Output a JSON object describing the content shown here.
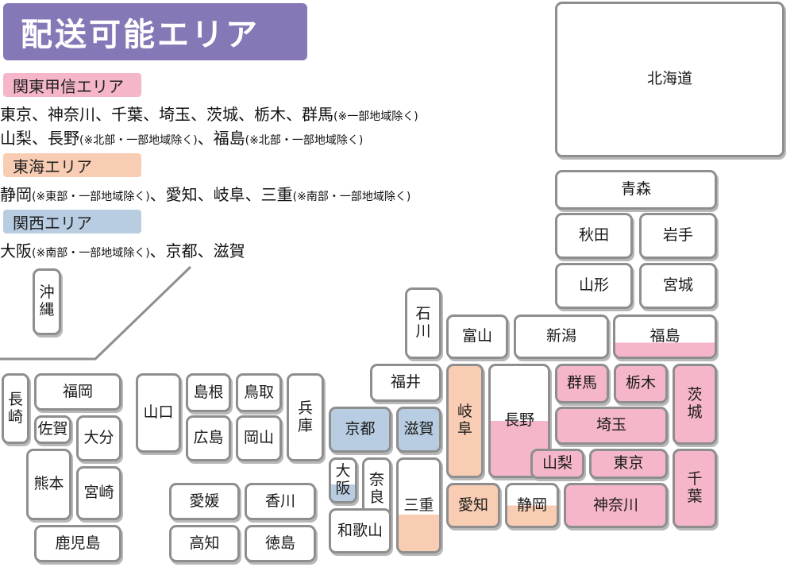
{
  "title": "配送可能エリア",
  "colors": {
    "title_bg": "#8677b6",
    "kanto": "#f4b6c8",
    "tokai": "#f8cdb3",
    "kansai": "#b8cde2",
    "white": "#ffffff"
  },
  "areas": [
    {
      "key": "kanto",
      "label": "関東甲信エリア",
      "lines": [
        {
          "text": "東京、神奈川、千葉、埼玉、茨城、栃木、群馬",
          "note": "(※一部地域除く)"
        },
        {
          "text": "山梨、長野",
          "note": "(※北部・一部地域除く)",
          "text2": "、福島",
          "note2": "(※北部・一部地域除く)"
        }
      ]
    },
    {
      "key": "tokai",
      "label": "東海エリア",
      "lines": [
        {
          "text": "静岡",
          "note": "(※東部・一部地域除く)",
          "text2": "、愛知、岐阜、三重",
          "note2": "(※南部・一部地域除く)"
        }
      ]
    },
    {
      "key": "kansai",
      "label": "関西エリア",
      "lines": [
        {
          "text": "大阪",
          "note": "(※南部・一部地域除く)",
          "text2": "、京都、滋賀",
          "note2": ""
        }
      ]
    }
  ],
  "prefectures": {
    "hokkaido": {
      "name": "北海道",
      "area": "none"
    },
    "aomori": {
      "name": "青森",
      "area": "none"
    },
    "akita": {
      "name": "秋田",
      "area": "none"
    },
    "iwate": {
      "name": "岩手",
      "area": "none"
    },
    "yamagata": {
      "name": "山形",
      "area": "none"
    },
    "miyagi": {
      "name": "宮城",
      "area": "none"
    },
    "fukushima": {
      "name": "福島",
      "area": "kanto",
      "fill_fraction": 0.35
    },
    "niigata": {
      "name": "新潟",
      "area": "none"
    },
    "toyama": {
      "name": "富山",
      "area": "none"
    },
    "ishikawa": {
      "name": "石川",
      "area": "none"
    },
    "fukui": {
      "name": "福井",
      "area": "none"
    },
    "gifu": {
      "name": "岐阜",
      "area": "tokai"
    },
    "nagano": {
      "name": "長野",
      "area": "kanto",
      "fill_fraction": 0.5
    },
    "gunma": {
      "name": "群馬",
      "area": "kanto"
    },
    "tochigi": {
      "name": "栃木",
      "area": "kanto"
    },
    "ibaraki": {
      "name": "茨城",
      "area": "kanto"
    },
    "saitama": {
      "name": "埼玉",
      "area": "kanto"
    },
    "yamanashi": {
      "name": "山梨",
      "area": "kanto"
    },
    "tokyo": {
      "name": "東京",
      "area": "kanto"
    },
    "chiba": {
      "name": "千葉",
      "area": "kanto"
    },
    "kanagawa": {
      "name": "神奈川",
      "area": "kanto"
    },
    "aichi": {
      "name": "愛知",
      "area": "tokai"
    },
    "shizuoka": {
      "name": "静岡",
      "area": "tokai",
      "fill_fraction": 0.5
    },
    "mie": {
      "name": "三重",
      "area": "tokai",
      "fill_fraction": 0.4
    },
    "shiga": {
      "name": "滋賀",
      "area": "kansai"
    },
    "kyoto": {
      "name": "京都",
      "area": "kansai"
    },
    "osaka": {
      "name": "大阪",
      "area": "kansai",
      "fill_fraction": 0.4
    },
    "nara": {
      "name": "奈良",
      "area": "none"
    },
    "wakayama": {
      "name": "和歌山",
      "area": "none"
    },
    "hyogo": {
      "name": "兵庫",
      "area": "none"
    },
    "tottori": {
      "name": "鳥取",
      "area": "none"
    },
    "shimane": {
      "name": "島根",
      "area": "none"
    },
    "okayama": {
      "name": "岡山",
      "area": "none"
    },
    "hiroshima": {
      "name": "広島",
      "area": "none"
    },
    "yamaguchi": {
      "name": "山口",
      "area": "none"
    },
    "kagawa": {
      "name": "香川",
      "area": "none"
    },
    "ehime": {
      "name": "愛媛",
      "area": "none"
    },
    "tokushima": {
      "name": "徳島",
      "area": "none"
    },
    "kochi": {
      "name": "高知",
      "area": "none"
    },
    "fukuoka": {
      "name": "福岡",
      "area": "none"
    },
    "saga": {
      "name": "佐賀",
      "area": "none"
    },
    "nagasaki": {
      "name": "長崎",
      "area": "none"
    },
    "oita": {
      "name": "大分",
      "area": "none"
    },
    "kumamoto": {
      "name": "熊本",
      "area": "none"
    },
    "miyazaki": {
      "name": "宮崎",
      "area": "none"
    },
    "kagoshima": {
      "name": "鹿児島",
      "area": "none"
    },
    "okinawa": {
      "name": "沖縄",
      "area": "none"
    }
  }
}
